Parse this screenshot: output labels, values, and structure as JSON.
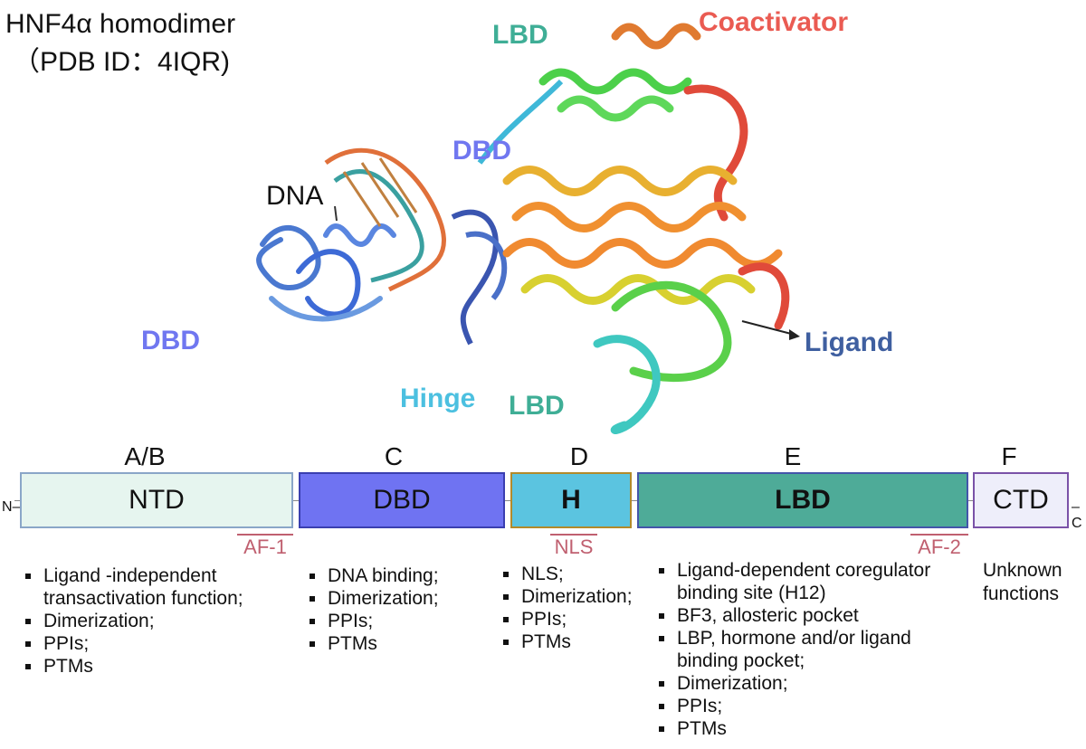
{
  "title": {
    "line1": "HNF4α homodimer",
    "line2": "（PDB ID：4IQR)"
  },
  "structure_labels": {
    "lbd_top": "LBD",
    "coactivator": "Coactivator",
    "dbd_mid": "DBD",
    "dna": "DNA",
    "dbd_left": "DBD",
    "ligand": "Ligand",
    "hinge": "Hinge",
    "lbd_bottom": "LBD"
  },
  "regions": [
    "A/B",
    "C",
    "D",
    "E",
    "F"
  ],
  "domains": {
    "ntd": "NTD",
    "dbd": "DBD",
    "h": "H",
    "lbd": "LBD",
    "ctd": "CTD"
  },
  "termini": {
    "n": "N",
    "c": "C"
  },
  "motifs": {
    "af1": "AF-1",
    "nls": "NLS",
    "af2": "AF-2"
  },
  "functions": {
    "ntd": [
      "Ligand -independent transactivation function;",
      "Dimerization;",
      "PPIs;",
      "PTMs"
    ],
    "dbd": [
      "DNA binding;",
      "Dimerization;",
      "PPIs;",
      "PTMs"
    ],
    "h": [
      "NLS;",
      "Dimerization;",
      "PPIs;",
      "PTMs"
    ],
    "lbd": [
      "Ligand-dependent coregulator binding site (H12)",
      "BF3, allosteric pocket",
      "LBP, hormone and/or ligand binding pocket;",
      "Dimerization;",
      "PPIs;",
      "PTMs"
    ],
    "ctd": "Unknown functions"
  },
  "colors": {
    "ntd": "#e6f5ef",
    "dbd": "#6f73f2",
    "h": "#5bc4e0",
    "lbd": "#4eab98",
    "ctd": "#eeeefa",
    "motif": "#c06070",
    "lbd_label": "#3fae96",
    "coactivator_label": "#ea5b52",
    "dbd_label": "#7077f0",
    "ligand_label": "#3f5fa0",
    "hinge_label": "#4cc0e0"
  }
}
